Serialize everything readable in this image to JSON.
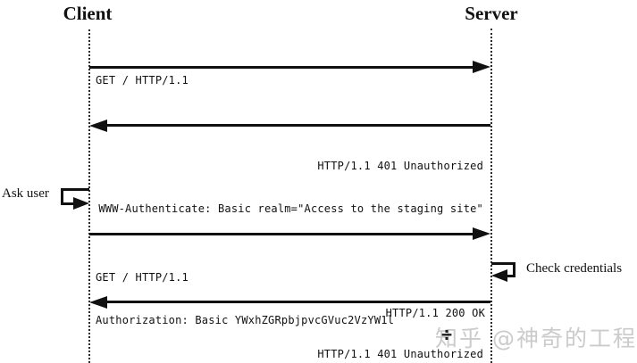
{
  "actors": {
    "client": "Client",
    "server": "Server"
  },
  "messages": {
    "request1": {
      "line1": "GET / HTTP/1.1"
    },
    "response401": {
      "line1": "HTTP/1.1 401 Unauthorized",
      "line2": "WWW-Authenticate: Basic realm=\"Access to the staging site\""
    },
    "ask_user": {
      "label": "Ask user"
    },
    "request2": {
      "line1": "GET / HTTP/1.1",
      "line2": "Authorization: Basic YWxhZGRpbjpvcGVuc2VzYW1l"
    },
    "check_credentials": {
      "label": "Check credentials"
    },
    "response200": {
      "line1": "HTTP/1.1 200 OK"
    },
    "response401_repeat": {
      "line1": "HTTP/1.1 401 Unauthorized"
    }
  },
  "watermark": {
    "brand": "知乎 @神奇的工程师",
    "overlay_glyph": "÷"
  },
  "colors": {
    "line": "#111111",
    "text": "#111111",
    "watermark": "#cbcbcb",
    "background": "#ffffff"
  }
}
